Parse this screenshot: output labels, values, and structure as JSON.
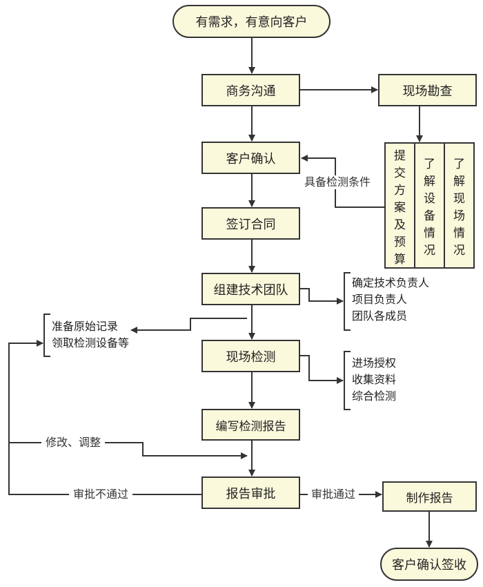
{
  "nodes": {
    "start": "有需求，有意向客户",
    "business": "商务沟通",
    "survey": "现场勘查",
    "confirm": "客户确认",
    "contract": "签订合同",
    "team": "组建技术团队",
    "inspect": "现场检测",
    "write": "编写检测报告",
    "review": "报告审批",
    "produce": "制作报告",
    "end": "客户确认签收"
  },
  "survey_columns": [
    "提交方案及预算",
    "了解设备情况",
    "了解现场情况"
  ],
  "labels": {
    "conditions": "具备检测条件",
    "modify": "修改、调整",
    "reject": "审批不通过",
    "approve": "审批通过"
  },
  "brackets": {
    "team": [
      "确定技术负责人",
      "项目负责人",
      "团队各成员"
    ],
    "inspect": [
      "进场授权",
      "收集资料",
      "综合检测"
    ],
    "prep": [
      "准备原始记录",
      "领取检测设备等"
    ]
  },
  "colors": {
    "box_fill": "#fbf9dc",
    "stroke": "#333333"
  }
}
